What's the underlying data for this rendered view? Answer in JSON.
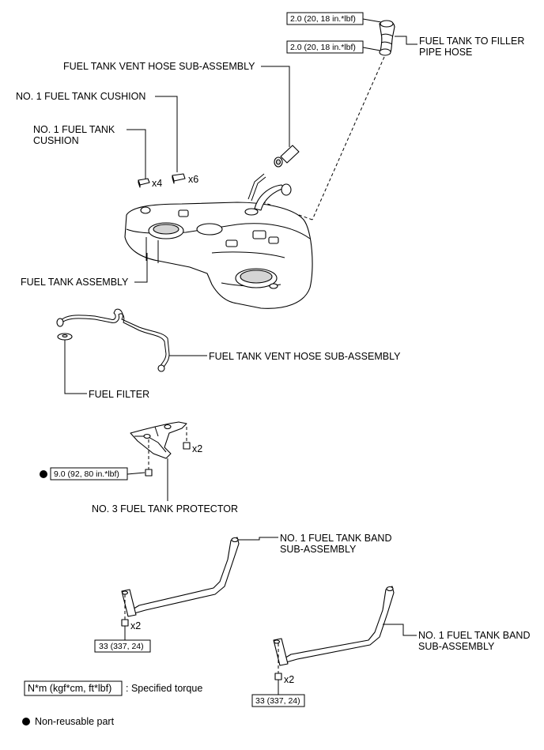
{
  "labels": {
    "filler_hose": [
      "FUEL TANK TO FILLER",
      "PIPE HOSE"
    ],
    "vent_hose_top": "FUEL TANK VENT HOSE SUB-ASSEMBLY",
    "cushion_a": "NO. 1 FUEL TANK CUSHION",
    "cushion_b": [
      "NO. 1 FUEL TANK",
      "CUSHION"
    ],
    "tank": "FUEL TANK ASSEMBLY",
    "vent_hose_bottom": "FUEL TANK VENT HOSE SUB-ASSEMBLY",
    "filter": "FUEL FILTER",
    "protector": "NO. 3 FUEL TANK PROTECTOR",
    "band_1": [
      "NO. 1 FUEL TANK BAND",
      "SUB-ASSEMBLY"
    ],
    "band_2": [
      "NO. 1 FUEL TANK BAND",
      "SUB-ASSEMBLY"
    ]
  },
  "torques": {
    "filler_upper": "2.0 (20, 18 in.*lbf)",
    "filler_lower": "2.0 (20, 18 in.*lbf)",
    "protector_nut": "9.0 (92, 80 in.*lbf)",
    "band_1_bolt": "33 (337, 24)",
    "band_2_bolt": "33 (337, 24)"
  },
  "quantities": {
    "cushion_b": "x4",
    "cushion_a": "x6",
    "protector_bolt": "x2",
    "band_1_bolt": "x2",
    "band_2_bolt": "x2"
  },
  "legend": {
    "torque_box": "N*m (kgf*cm, ft*lbf)",
    "torque_text": ": Specified torque",
    "non_reusable_text": "Non-reusable part"
  }
}
